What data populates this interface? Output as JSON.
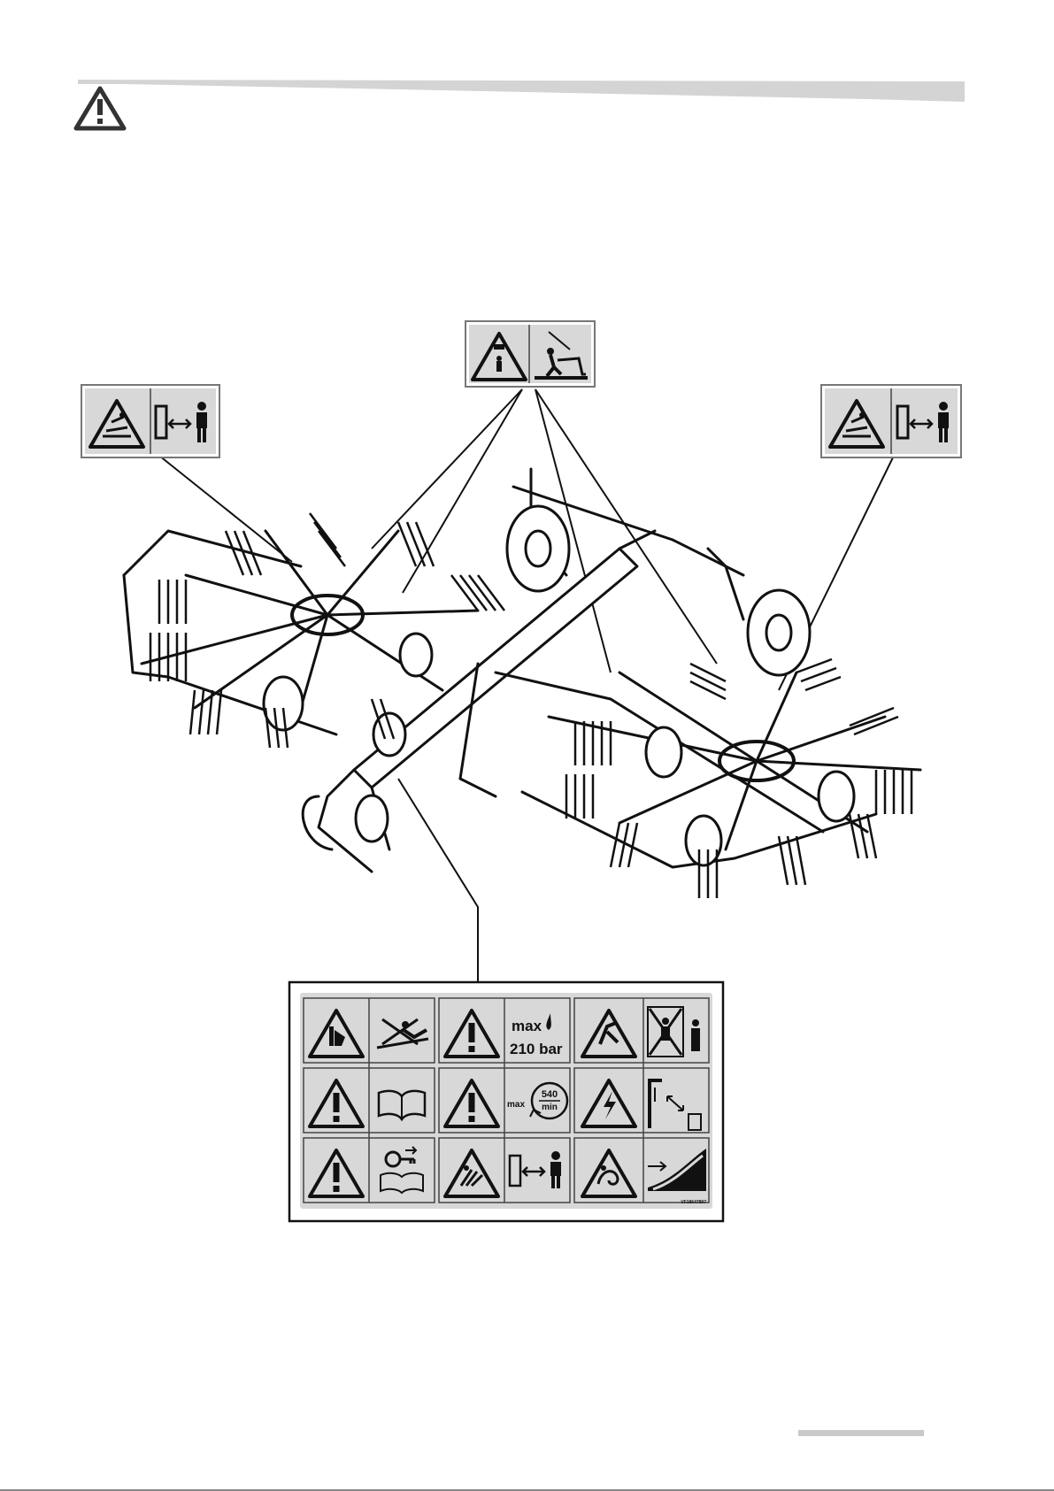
{
  "decal_grid": {
    "hydraulic_max_label": "max",
    "hydraulic_pressure": "210 bar",
    "pto_max_label": "max",
    "pto_speed": "540",
    "pto_unit": "min",
    "part_number": "VF18647897"
  },
  "icons": {
    "header": "warning-triangle-icon",
    "decal_top": [
      "falling-load-icon",
      "no-climbing-icon"
    ],
    "decal_left": [
      "rotor-entanglement-icon",
      "keep-distance-icon"
    ],
    "decal_right": [
      "rotor-entanglement-icon",
      "keep-distance-icon"
    ],
    "decal_grid": [
      [
        "crush-hand-icon",
        "no-riding-icon"
      ],
      [
        "warning-icon",
        "hydraulic-pressure-icon"
      ],
      [
        "crush-hazard-icon",
        "no-person-between-icon"
      ],
      [
        "warning-icon",
        "read-manual-icon"
      ],
      [
        "warning-icon",
        "pto-speed-icon"
      ],
      [
        "electrical-hazard-icon",
        "overhead-line-distance-icon"
      ],
      [
        "warning-icon",
        "remove-key-icon"
      ],
      [
        "tine-hazard-icon",
        "keep-distance-icon"
      ],
      [
        "entanglement-icon",
        "guard-icon"
      ]
    ]
  },
  "colors": {
    "decal_bg": "#d8d8d8",
    "band": "#d4d4d4",
    "line": "#111111"
  }
}
